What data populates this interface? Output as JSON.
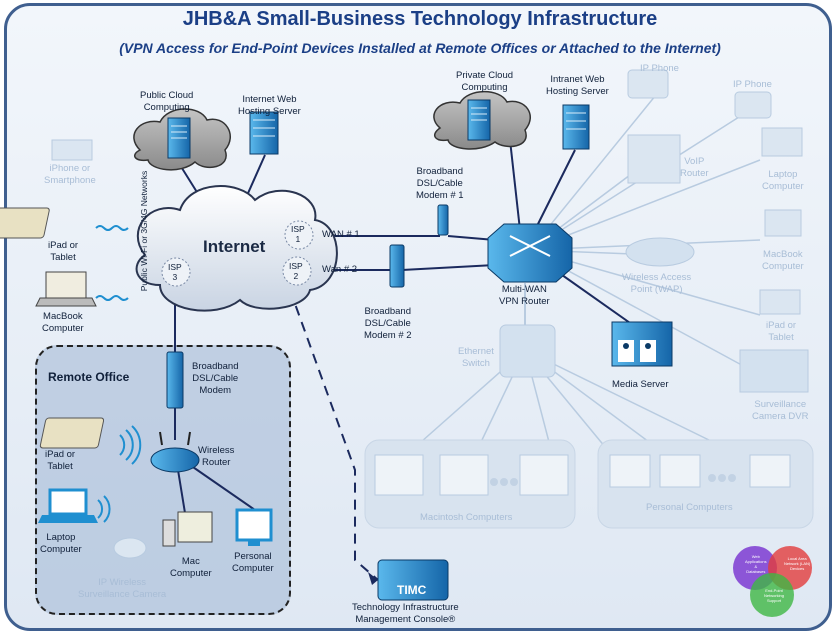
{
  "header": {
    "title": "JHB&A Small-Business Technology Infrastructure",
    "subtitle": "(VPN Access for End-Point Devices Installed at Remote Offices or Attached to the Internet)"
  },
  "internet": {
    "label": "Internet",
    "isp1": [
      "ISP",
      "1"
    ],
    "isp2": [
      "ISP",
      "2"
    ],
    "isp3": [
      "ISP",
      "3"
    ],
    "wireless_note": "Public Wi-Fi or 3G/4G Networks"
  },
  "top_left": {
    "public_cloud": [
      "Public Cloud",
      "Computing"
    ],
    "web_hosting": [
      "Internet Web",
      "Hosting Server"
    ],
    "iphone": [
      "iPhone or",
      "Smartphone"
    ],
    "ipad": [
      "iPad or",
      "Tablet"
    ],
    "macbook": [
      "MacBook",
      "Computer"
    ]
  },
  "wan": {
    "wan1": "WAN # 1",
    "wan2": "Wan # 2",
    "modem1": [
      "Broadband",
      "DSL/Cable",
      "Modem # 1"
    ],
    "modem2": [
      "Broadband",
      "DSL/Cable",
      "Modem # 2"
    ],
    "router": [
      "Multi-WAN",
      "VPN Router"
    ]
  },
  "top_right": {
    "private_cloud": [
      "Private Cloud",
      "Computing"
    ],
    "intranet": [
      "Intranet Web",
      "Hosting Server"
    ],
    "ip_phone_1": "IP Phone",
    "ip_phone_2": "IP Phone",
    "voip": [
      "VoIP",
      "Router"
    ],
    "laptop": [
      "Laptop",
      "Computer"
    ],
    "macbook": [
      "MacBook",
      "Computer"
    ],
    "wap": [
      "Wireless Access",
      "Point (WAP)"
    ],
    "ipad": [
      "iPad or",
      "Tablet"
    ],
    "dvr": [
      "Surveillance",
      "Camera DVR"
    ],
    "media": "Media Server",
    "ethernet": [
      "Ethernet",
      "Switch"
    ],
    "mac_group": "Macintosh Computers",
    "pc_group": "Personal Computers"
  },
  "remote_office": {
    "title": "Remote Office",
    "modem": [
      "Broadband",
      "DSL/Cable",
      "Modem"
    ],
    "router": [
      "Wireless",
      "Router"
    ],
    "ipad": [
      "iPad or",
      "Tablet"
    ],
    "laptop": [
      "Laptop",
      "Computer"
    ],
    "mac": [
      "Mac",
      "Computer"
    ],
    "pc": [
      "Personal",
      "Computer"
    ],
    "camera": [
      "IP Wireless",
      "Surveillance Camera"
    ]
  },
  "timc": {
    "badge": "TIMC",
    "label": [
      "Technology Infrastructure",
      "Management Console®"
    ]
  },
  "venn": {
    "purple": [
      "Web",
      "Applications",
      "&",
      "Databases"
    ],
    "red": [
      "Local Area",
      "Network (LAN)",
      "Devices"
    ],
    "green": [
      "End-Point",
      "Networking",
      "Support"
    ]
  },
  "colors": {
    "title": "#1b3f86",
    "device_blue": "#1f8fd0",
    "line": "#1b2a5e",
    "faded": "#a8bdd6"
  }
}
